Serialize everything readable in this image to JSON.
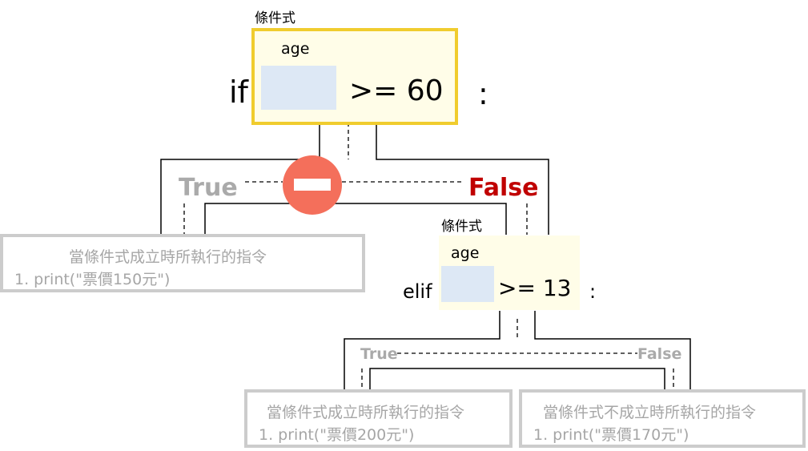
{
  "main_condition": {
    "box_label": "條件式",
    "keyword": "if",
    "variable": "age",
    "operator_value": ">= 60",
    "colon": ":"
  },
  "main_branches": {
    "true_label": "True",
    "false_label": "False"
  },
  "true_instructions": {
    "title": "當條件式成立時所執行的指令",
    "item": "1.   print(\"票價150元\")"
  },
  "sub_condition": {
    "box_label": "條件式",
    "keyword": "elif",
    "variable": "age",
    "operator_value": ">= 13",
    "colon": ":"
  },
  "sub_branches": {
    "true_label": "True",
    "false_label": "False"
  },
  "sub_true_instructions": {
    "title": "當條件式成立時所執行的指令",
    "item": "1. print(\"票價200元\")"
  },
  "sub_false_instructions": {
    "title": "當條件式不成立時所執行的指令",
    "item": "1. print(\"票價170元\")"
  },
  "colors": {
    "main_box_border": "#f0cc2e",
    "condition_fill": "#fffde8",
    "slot_fill": "#dde8f5",
    "stop_icon": "#f46f5b",
    "false_text": "#c00000",
    "true_text": "#aaaaaa",
    "instruction_border": "#cccccc"
  }
}
